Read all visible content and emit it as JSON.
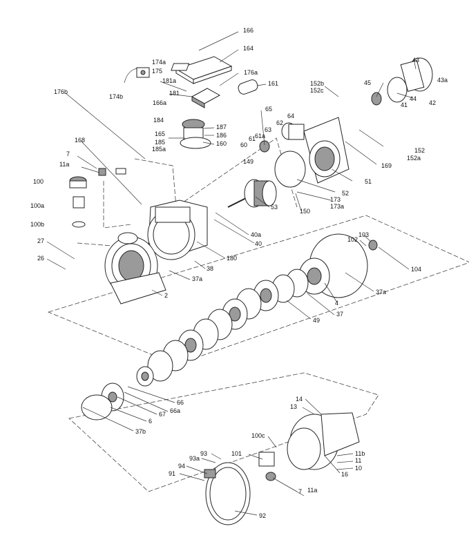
{
  "labels": {
    "l166": "166",
    "l164": "164",
    "l174a": "174a",
    "l175": "175",
    "l176a": "176a",
    "l181a": "181a",
    "l161": "161",
    "l181": "181",
    "l176b": "176b",
    "l174b": "174b",
    "l166a": "166a",
    "l184": "184",
    "l187": "187",
    "l165": "165",
    "l186": "186",
    "l185": "185",
    "l160": "160",
    "l185a": "185a",
    "l65": "65",
    "l64": "64",
    "l62": "62",
    "l63": "63",
    "l61a": "61a",
    "l61": "61",
    "l60": "60",
    "l152b": "152b",
    "l152c": "152c",
    "l43": "43",
    "l43a": "43a",
    "l45": "45",
    "l44": "44",
    "l42": "42",
    "l41": "41",
    "l152": "152",
    "l152a": "152a",
    "l169": "169",
    "l168": "168",
    "l7": "7",
    "l11a": "11a",
    "l100": "100",
    "l100a": "100a",
    "l100b": "100b",
    "l149": "149",
    "l51": "51",
    "l52": "52",
    "l173": "173",
    "l173a": "173a",
    "l150": "150",
    "l53": "53",
    "l40a": "40a",
    "l40": "40",
    "l27": "27",
    "l26": "26",
    "l180": "180",
    "l38": "38",
    "l37a": "37a",
    "l2": "2",
    "l103": "103",
    "l102": "102",
    "l104": "104",
    "l37a_2": "37a",
    "l4": "4",
    "l37": "37",
    "l49": "49",
    "l66": "66",
    "l66a": "66a",
    "l67": "67",
    "l6": "6",
    "l37b": "37b",
    "l14": "14",
    "l13": "13",
    "l100c": "100c",
    "l101": "101",
    "l11b": "11b",
    "l11": "11",
    "l10": "10",
    "l16": "16",
    "l93": "93",
    "l93a": "93a",
    "l94": "94",
    "l91": "91",
    "l7_2": "7",
    "l11a_2": "11a",
    "l92": "92"
  }
}
